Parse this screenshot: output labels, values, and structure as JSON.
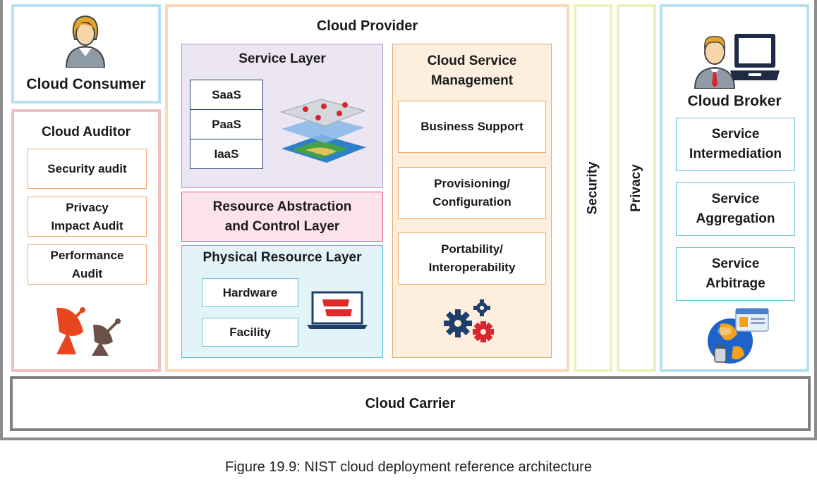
{
  "consumer": {
    "title": "Cloud Consumer"
  },
  "auditor": {
    "title": "Cloud Auditor",
    "items": [
      "Security audit",
      "Privacy\nImpact Audit",
      "Performance\nAudit"
    ]
  },
  "provider": {
    "title": "Cloud Provider",
    "service_layer": {
      "title": "Service Layer",
      "items": [
        "SaaS",
        "PaaS",
        "IaaS"
      ]
    },
    "resource_abstraction": {
      "title": "Resource Abstraction\nand Control Layer"
    },
    "physical": {
      "title": "Physical Resource Layer",
      "items": [
        "Hardware",
        "Facility"
      ]
    },
    "management": {
      "title": "Cloud Service\nManagement",
      "items": [
        "Business Support",
        "Provisioning/\nConfiguration",
        "Portability/\nInteroperability"
      ]
    }
  },
  "security": {
    "label": "Security"
  },
  "privacy": {
    "label": "Privacy"
  },
  "broker": {
    "title": "Cloud Broker",
    "items": [
      "Service\nIntermediation",
      "Service\nAggregation",
      "Service\nArbitrage"
    ]
  },
  "carrier": {
    "label": "Cloud Carrier"
  },
  "caption": "Figure 19.9: NIST cloud deployment reference architecture",
  "colors": {
    "consumer_border": "#b8e0ee",
    "auditor_border": "#f3c1bd",
    "provider_border": "#f9d9b7",
    "service_layer_fill": "#ece5f2",
    "resource_fill": "#fce3ea",
    "physical_fill": "#e3f4f9",
    "management_fill": "#fdeede",
    "security_border": "#eaf3bd"
  },
  "icons": [
    "consumer-person-icon",
    "satellite-dish-icon",
    "layers-map-icon",
    "laptop-icon",
    "gears-icon",
    "broker-person-laptop-icon",
    "globe-card-icon"
  ]
}
